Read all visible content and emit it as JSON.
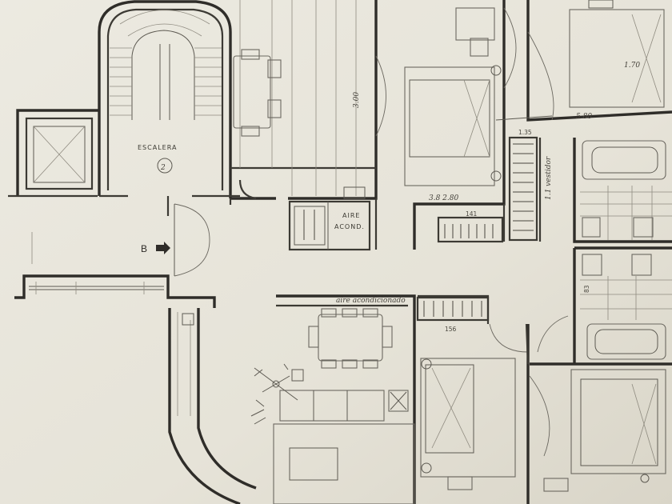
{
  "plan": {
    "stair_label": "ESCALERA",
    "stair_number": "2",
    "entrance_mark": "B",
    "aire_label_line1": "AIRE",
    "aire_label_line2": "ACOND.",
    "dim_top_right": "5.80",
    "dim_bedroom_wardrobe": "156",
    "dim_closet_top": "1.35"
  },
  "colors": {
    "paper": "#e9e6dc",
    "ink": "#3c3a34"
  },
  "icons": {
    "entrance_arrow": "arrow-right-icon",
    "compass": "compass-rose-icon"
  }
}
